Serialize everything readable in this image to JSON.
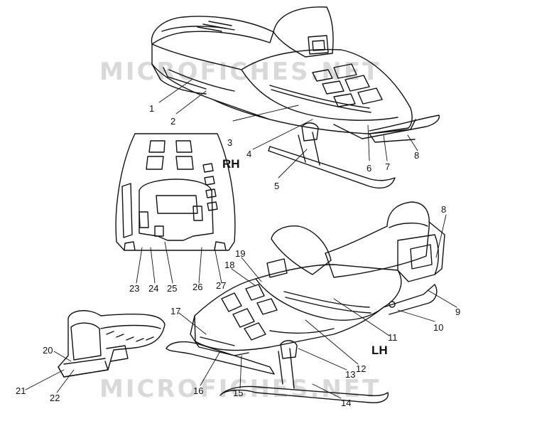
{
  "watermark": "MICROFICHES.NET",
  "side_labels": {
    "rh": "RH",
    "lh": "LH"
  },
  "callouts": [
    "1",
    "2",
    "3",
    "4",
    "5",
    "6",
    "7",
    "8",
    "8",
    "9",
    "10",
    "11",
    "12",
    "13",
    "14",
    "15",
    "16",
    "17",
    "18",
    "19",
    "20",
    "21",
    "22",
    "23",
    "24",
    "25",
    "26",
    "27"
  ],
  "colors": {
    "line": "#111111",
    "watermark": "#d9d9d9",
    "background": "#ffffff"
  }
}
